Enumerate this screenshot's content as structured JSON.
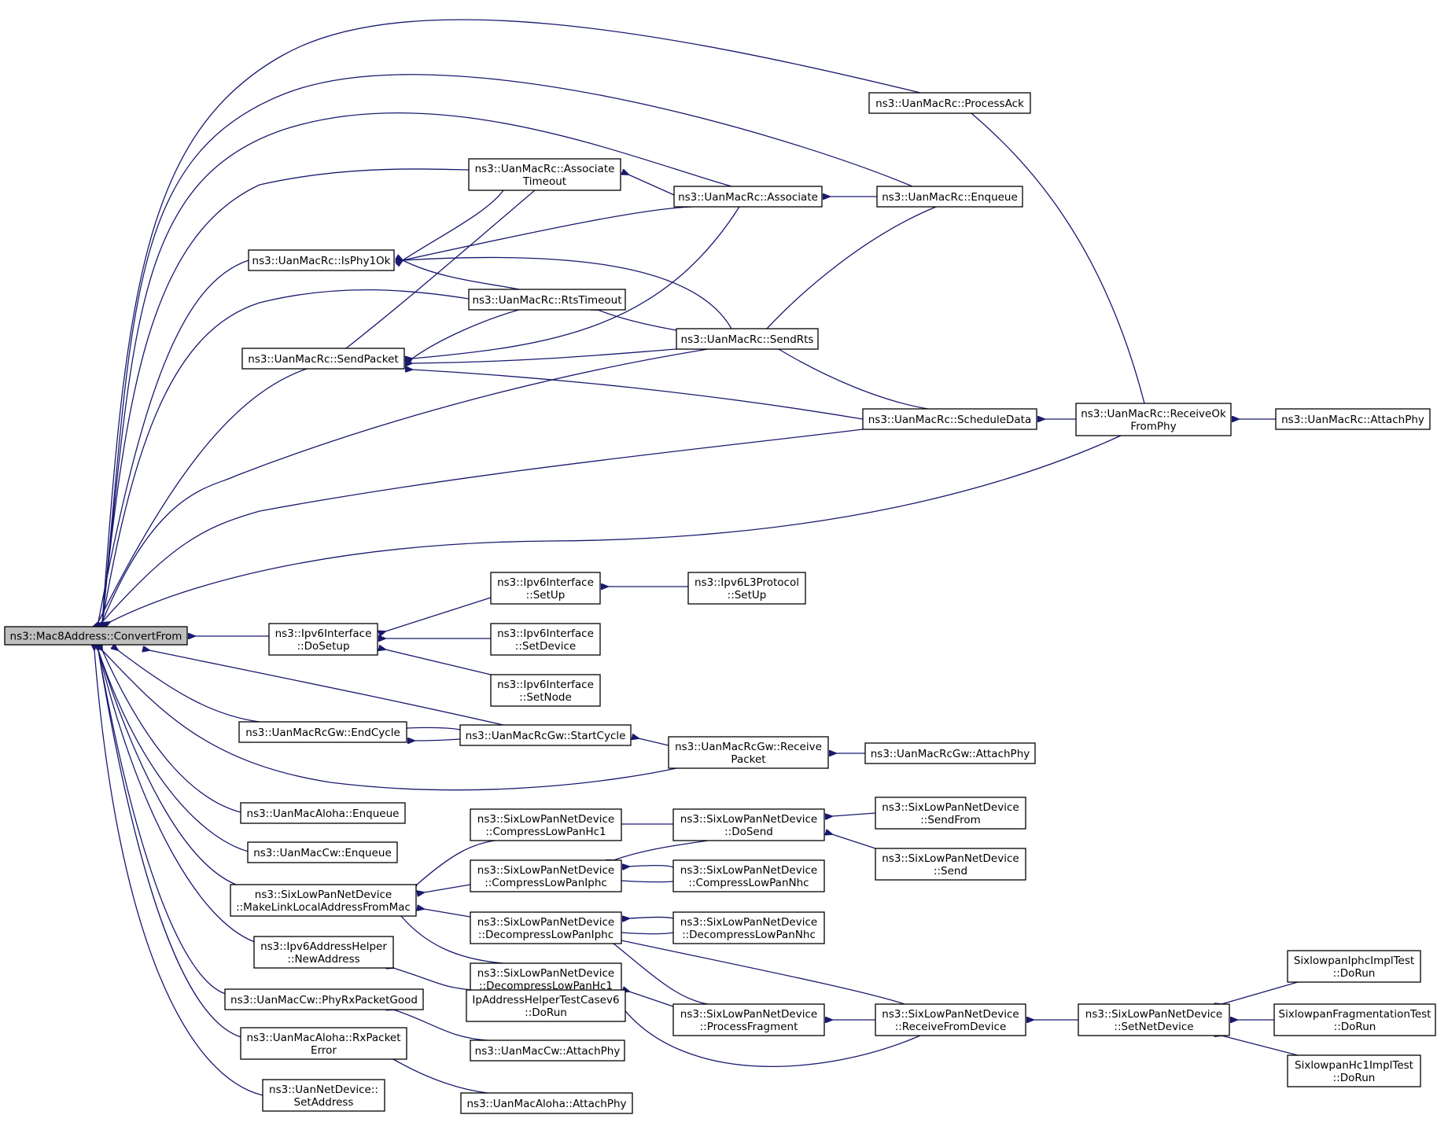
{
  "colors": {
    "edge": "#191970",
    "root_fill": "#bfbfbf",
    "node_fill": "#ffffff",
    "border": "#000000"
  },
  "nodes": [
    {
      "id": "root",
      "lines": [
        "ns3::Mac8Address::ConvertFrom"
      ]
    },
    {
      "id": "processAck",
      "lines": [
        "ns3::UanMacRc::ProcessAck"
      ]
    },
    {
      "id": "assocTimeout",
      "lines": [
        "ns3::UanMacRc::Associate",
        "Timeout"
      ]
    },
    {
      "id": "associate",
      "lines": [
        "ns3::UanMacRc::Associate"
      ]
    },
    {
      "id": "enqueueRc",
      "lines": [
        "ns3::UanMacRc::Enqueue"
      ]
    },
    {
      "id": "isPhy1Ok",
      "lines": [
        "ns3::UanMacRc::IsPhy1Ok"
      ]
    },
    {
      "id": "rtsTimeout",
      "lines": [
        "ns3::UanMacRc::RtsTimeout"
      ]
    },
    {
      "id": "sendPacket",
      "lines": [
        "ns3::UanMacRc::SendPacket"
      ]
    },
    {
      "id": "sendRts",
      "lines": [
        "ns3::UanMacRc::SendRts"
      ]
    },
    {
      "id": "scheduleData",
      "lines": [
        "ns3::UanMacRc::ScheduleData"
      ]
    },
    {
      "id": "receiveOk",
      "lines": [
        "ns3::UanMacRc::ReceiveOk",
        "FromPhy"
      ]
    },
    {
      "id": "attachPhyRc",
      "lines": [
        "ns3::UanMacRc::AttachPhy"
      ]
    },
    {
      "id": "ipv6SetUp",
      "lines": [
        "ns3::Ipv6Interface",
        "::SetUp"
      ]
    },
    {
      "id": "l3SetUp",
      "lines": [
        "ns3::Ipv6L3Protocol",
        "::SetUp"
      ]
    },
    {
      "id": "ipv6DoSetup",
      "lines": [
        "ns3::Ipv6Interface",
        "::DoSetup"
      ]
    },
    {
      "id": "ipv6SetDevice",
      "lines": [
        "ns3::Ipv6Interface",
        "::SetDevice"
      ]
    },
    {
      "id": "ipv6SetNode",
      "lines": [
        "ns3::Ipv6Interface",
        "::SetNode"
      ]
    },
    {
      "id": "gwEndCycle",
      "lines": [
        "ns3::UanMacRcGw::EndCycle"
      ]
    },
    {
      "id": "gwStartCycle",
      "lines": [
        "ns3::UanMacRcGw::StartCycle"
      ]
    },
    {
      "id": "gwReceive",
      "lines": [
        "ns3::UanMacRcGw::Receive",
        "Packet"
      ]
    },
    {
      "id": "gwAttachPhy",
      "lines": [
        "ns3::UanMacRcGw::AttachPhy"
      ]
    },
    {
      "id": "alohaEnqueue",
      "lines": [
        "ns3::UanMacAloha::Enqueue"
      ]
    },
    {
      "id": "cwEnqueue",
      "lines": [
        "ns3::UanMacCw::Enqueue"
      ]
    },
    {
      "id": "makeLinkLocal",
      "lines": [
        "ns3::SixLowPanNetDevice",
        "::MakeLinkLocalAddressFromMac"
      ]
    },
    {
      "id": "compHc1",
      "lines": [
        "ns3::SixLowPanNetDevice",
        "::CompressLowPanHc1"
      ]
    },
    {
      "id": "doSend",
      "lines": [
        "ns3::SixLowPanNetDevice",
        "::DoSend"
      ]
    },
    {
      "id": "sendFrom",
      "lines": [
        "ns3::SixLowPanNetDevice",
        "::SendFrom"
      ]
    },
    {
      "id": "send",
      "lines": [
        "ns3::SixLowPanNetDevice",
        "::Send"
      ]
    },
    {
      "id": "compIphc",
      "lines": [
        "ns3::SixLowPanNetDevice",
        "::CompressLowPanIphc"
      ]
    },
    {
      "id": "compNhc",
      "lines": [
        "ns3::SixLowPanNetDevice",
        "::CompressLowPanNhc"
      ]
    },
    {
      "id": "decompIphc",
      "lines": [
        "ns3::SixLowPanNetDevice",
        "::DecompressLowPanIphc"
      ]
    },
    {
      "id": "decompNhc",
      "lines": [
        "ns3::SixLowPanNetDevice",
        "::DecompressLowPanNhc"
      ]
    },
    {
      "id": "decompHc1",
      "lines": [
        "ns3::SixLowPanNetDevice",
        "::DecompressLowPanHc1"
      ]
    },
    {
      "id": "processFrag",
      "lines": [
        "ns3::SixLowPanNetDevice",
        "::ProcessFragment"
      ]
    },
    {
      "id": "receiveFromDev",
      "lines": [
        "ns3::SixLowPanNetDevice",
        "::ReceiveFromDevice"
      ]
    },
    {
      "id": "setNetDevice",
      "lines": [
        "ns3::SixLowPanNetDevice",
        "::SetNetDevice"
      ]
    },
    {
      "id": "iphcTest",
      "lines": [
        "SixlowpanIphcImplTest",
        "::DoRun"
      ]
    },
    {
      "id": "fragTest",
      "lines": [
        "SixlowpanFragmentationTest",
        "::DoRun"
      ]
    },
    {
      "id": "hc1Test",
      "lines": [
        "SixlowpanHc1ImplTest",
        "::DoRun"
      ]
    },
    {
      "id": "ipv6NewAddr",
      "lines": [
        "ns3::Ipv6AddressHelper",
        "::NewAddress"
      ]
    },
    {
      "id": "ipAddrTest",
      "lines": [
        "IpAddressHelperTestCasev6",
        "::DoRun"
      ]
    },
    {
      "id": "cwPhyRx",
      "lines": [
        "ns3::UanMacCw::PhyRxPacketGood"
      ]
    },
    {
      "id": "cwAttachPhy",
      "lines": [
        "ns3::UanMacCw::AttachPhy"
      ]
    },
    {
      "id": "alohaRxErr",
      "lines": [
        "ns3::UanMacAloha::RxPacket",
        "Error"
      ]
    },
    {
      "id": "alohaAttachPhy",
      "lines": [
        "ns3::UanMacAloha::AttachPhy"
      ]
    },
    {
      "id": "netDevSetAddr",
      "lines": [
        "ns3::UanNetDevice::",
        "SetAddress"
      ]
    }
  ]
}
